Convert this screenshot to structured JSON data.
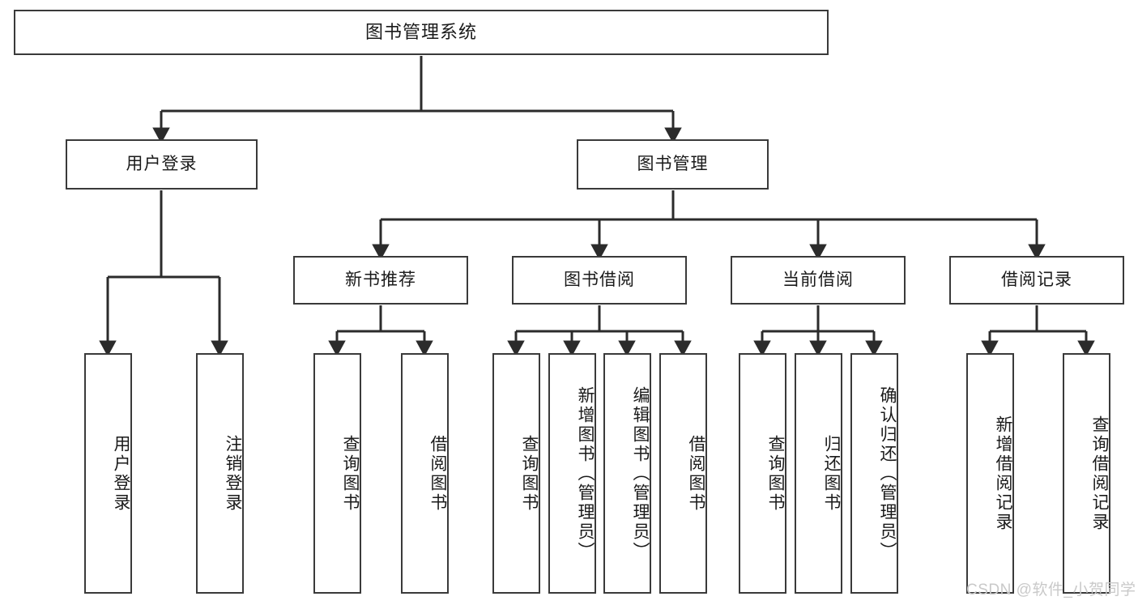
{
  "diagram": {
    "title": "图书管理系统",
    "type": "tree-hierarchy-diagram",
    "orientation": "top-down",
    "colors": {
      "box_border": "#3a3a3a",
      "box_fill": "#ffffff",
      "connector": "#2b2b2b",
      "text": "#1a1a1a",
      "watermark": "#c9c9c9",
      "background": "#ffffff"
    },
    "root": {
      "label": "图书管理系统"
    },
    "level2": [
      {
        "id": "user-login",
        "label": "用户登录"
      },
      {
        "id": "book-management",
        "label": "图书管理"
      }
    ],
    "level3": [
      {
        "id": "new-book-recommend",
        "label": "新书推荐",
        "parent": "book-management"
      },
      {
        "id": "book-borrow",
        "label": "图书借阅",
        "parent": "book-management"
      },
      {
        "id": "current-borrow",
        "label": "当前借阅",
        "parent": "book-management"
      },
      {
        "id": "borrow-record",
        "label": "借阅记录",
        "parent": "book-management"
      }
    ],
    "leaves": [
      {
        "id": "leaf-user-login",
        "label": "用户登录",
        "parent": "user-login"
      },
      {
        "id": "leaf-logout",
        "label": "注销登录",
        "parent": "user-login"
      },
      {
        "id": "leaf-query-book-1",
        "label": "查询图书",
        "parent": "new-book-recommend"
      },
      {
        "id": "leaf-borrow-book-1",
        "label": "借阅图书",
        "parent": "new-book-recommend"
      },
      {
        "id": "leaf-query-book-2",
        "label": "查询图书",
        "parent": "book-borrow"
      },
      {
        "id": "leaf-add-book",
        "label": "新增图书（管理员）",
        "parent": "book-borrow"
      },
      {
        "id": "leaf-edit-book",
        "label": "编辑图书（管理员）",
        "parent": "book-borrow"
      },
      {
        "id": "leaf-borrow-book-2",
        "label": "借阅图书",
        "parent": "book-borrow"
      },
      {
        "id": "leaf-query-book-3",
        "label": "查询图书",
        "parent": "current-borrow"
      },
      {
        "id": "leaf-return-book",
        "label": "归还图书",
        "parent": "current-borrow"
      },
      {
        "id": "leaf-confirm-return",
        "label": "确认归还（管理员）",
        "parent": "current-borrow"
      },
      {
        "id": "leaf-add-record",
        "label": "新增借阅记录",
        "parent": "borrow-record"
      },
      {
        "id": "leaf-query-record",
        "label": "查询借阅记录",
        "parent": "borrow-record"
      }
    ],
    "watermark": "CSDN @软件_小贺同学"
  }
}
